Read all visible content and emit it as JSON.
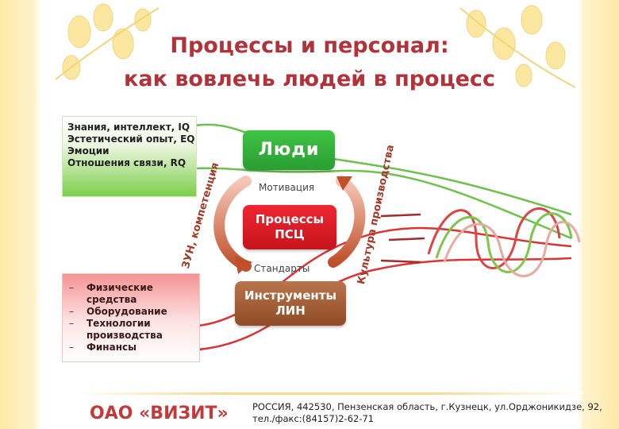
{
  "slide": {
    "title_line1": "Процессы и персонал:",
    "title_line2": "как вовлечь людей в процесс"
  },
  "intelligence_box": {
    "lines": [
      "Знания, интеллект, IQ",
      "Эстетический опыт, EQ",
      "Эмоции",
      "Отношения связи, RQ"
    ]
  },
  "resources_box": {
    "items": [
      "Физические средства",
      "Оборудование",
      "Технологии производства",
      "Финансы"
    ]
  },
  "center": {
    "people": "Люди",
    "motivation": "Мотивация",
    "process_line1": "Процессы",
    "process_line2": "ПСЦ",
    "standards": "Стандарты",
    "tools_line1": "Инструменты",
    "tools_line2": "ЛИН",
    "left_arc": "ЗУН, компетенция",
    "right_arc": "Культура производства"
  },
  "footer": {
    "company": "ОАО «ВИЗИТ»",
    "address_line1": "РОССИЯ, 442530, Пензенская область, г.Кузнецк, ул.Орджоникидзе, 92,",
    "address_line2": "тел./факс:(84157)2-62-71"
  },
  "colors": {
    "title": "#b3323a",
    "green": "#2a9e33",
    "red": "#c7141d",
    "brown": "#8f4c26",
    "frame": "#fde9a6"
  },
  "icons": {
    "decoration": "hop-branch-icon",
    "cycle": "cycle-arrows-icon",
    "rope": "twisted-rope-icon"
  }
}
